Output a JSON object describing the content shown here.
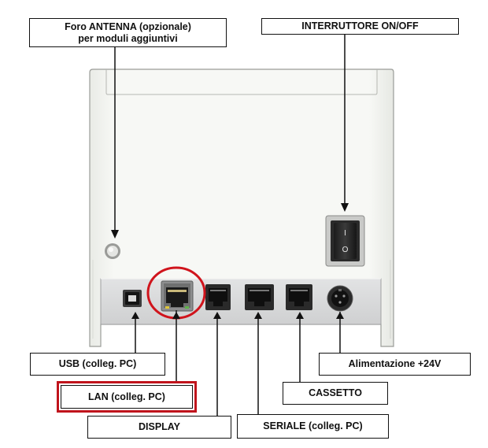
{
  "labels": {
    "antenna_line1": "Foro ANTENNA (opzionale)",
    "antenna_line2": "per moduli aggiuntivi",
    "power_switch": "INTERRUTTORE ON/OFF",
    "usb": "USB (colleg. PC)",
    "power_supply": "Alimentazione +24V",
    "lan": "LAN (colleg. PC)",
    "cash_drawer": "CASSETTO",
    "display": "DISPLAY",
    "serial": "SERIALE (colleg. PC)"
  },
  "switch_marks": {
    "on": "I",
    "off": "O"
  },
  "colors": {
    "device_body": "#f6f7f4",
    "connector_panel": "#d7d8d9",
    "highlight": "#c0141c",
    "line": "#111111"
  }
}
